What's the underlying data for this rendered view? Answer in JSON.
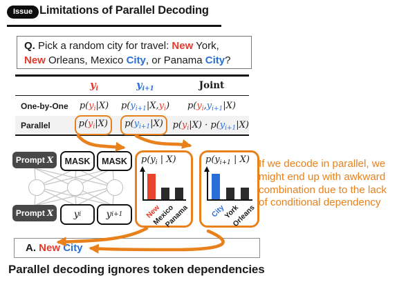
{
  "colors": {
    "red": "#e5392b",
    "blue": "#2a6fd8",
    "orange": "#e8811c",
    "dark_box": "#484848",
    "row_highlight": "#f2f2f2",
    "bar_black": "#2b2b2b"
  },
  "header": {
    "badge": "Issue",
    "title": "Limitations of Parallel Decoding"
  },
  "question": {
    "q": "Q.",
    "l1a": " Pick a random city for travel: ",
    "new1": "New",
    "l1b": " York,",
    "new2": "New",
    "l2a": " Orleans, Mexico ",
    "city1": "City",
    "l2b": ", or Panama ",
    "city2": "City",
    "l2c": "?"
  },
  "table": {
    "h_yi": {
      "y": "y",
      "sub": "i"
    },
    "h_yi1": {
      "y": "y",
      "sub": "i+1"
    },
    "h_joint": "Joint",
    "row1_label": "One-by-One",
    "row2_label": "Parallel",
    "cells": {
      "c11": {
        "p": "p(",
        "y": "y",
        "s": "i",
        "rest": "|X)"
      },
      "c12": {
        "p": "p(",
        "y1": "y",
        "s1": "i+1",
        "mid": "|X,",
        "y2": "y",
        "s2": "i",
        "end": ")"
      },
      "c13": {
        "p": "p(",
        "y1": "y",
        "s1": "i",
        "comma": ",",
        "y2": "y",
        "s2": "i+1",
        "end": "|X)"
      },
      "c21": {
        "p": "p(",
        "y": "y",
        "s": "i",
        "rest": "|X)"
      },
      "c22": {
        "p": "p(",
        "y": "y",
        "s": "i+1",
        "rest": "|X)"
      },
      "c23": {
        "pa": "p(",
        "ya": "y",
        "sa": "i",
        "resta": "|X)",
        "dot": "·",
        "pb": "p(",
        "yb": "y",
        "sb": "i+1",
        "restb": "|X)"
      }
    }
  },
  "network": {
    "prompt_top": "Prompt",
    "x_top": "X",
    "mask1": "MASK",
    "mask2": "MASK",
    "prompt_bottom": "Prompt",
    "x_bottom": "X",
    "y1": {
      "y": "y",
      "sub": "i"
    },
    "y2": {
      "y": "y",
      "sub": "i+1"
    }
  },
  "charts": [
    {
      "type": "bar",
      "title": {
        "p": "p(",
        "y": "y",
        "sub": "i",
        "rest": " | X)"
      },
      "bars": [
        {
          "label": "New",
          "color": "red",
          "value": 0.8
        },
        {
          "label": "Mexico",
          "color": "black",
          "value": 0.38
        },
        {
          "label": "Panama",
          "color": "black",
          "value": 0.38
        }
      ]
    },
    {
      "type": "bar",
      "title": {
        "p": "p(",
        "y": "y",
        "sub": "i+1",
        "rest": " | X)"
      },
      "bars": [
        {
          "label": "City",
          "color": "blue",
          "value": 0.8
        },
        {
          "label": "York",
          "color": "black",
          "value": 0.38
        },
        {
          "label": "Orleans",
          "color": "black",
          "value": 0.38
        }
      ]
    }
  ],
  "note": {
    "line1": "If we decode in parallel, we",
    "line2": "might end up with awkward",
    "line3": "combination due to the lack",
    "line4": "of conditional dependency"
  },
  "answer": {
    "a": "A.",
    "new": "New",
    "city": "City"
  },
  "caption": "Parallel decoding ignores token dependencies"
}
